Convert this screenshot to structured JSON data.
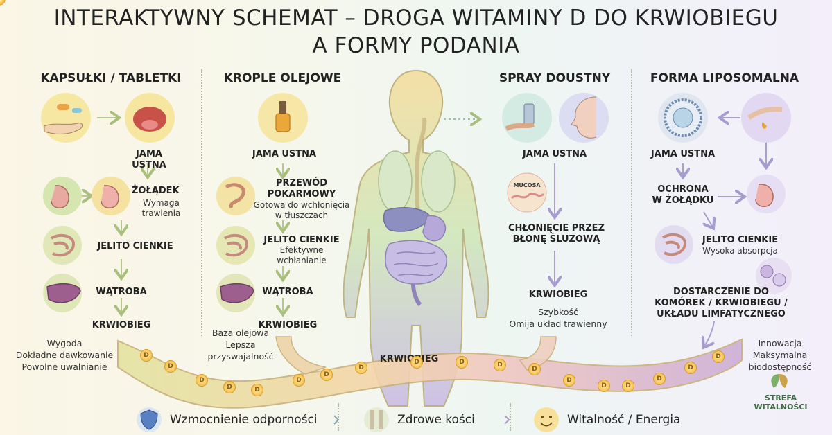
{
  "title_line1": "INTERAKTYWNY SCHEMAT – DROGA WITAMINY D DO KRWIOBIEGU",
  "title_line2": "A FORMY PODANIA",
  "col1": {
    "heading": "KAPSUŁKI / TABLETKI",
    "step_mouth": "JAMA USTNA",
    "step_stomach": "ŻOŁĄDEK",
    "step_stomach_sub": "Wymaga trawienia",
    "step_intestine": "JELITO CIENKIE",
    "step_liver": "WĄTROBA",
    "step_blood": "KRWIOBIEG",
    "notes": [
      "Wygoda",
      "Dokładne dawkowanie",
      "Powolne uwalnianie"
    ]
  },
  "col2": {
    "heading": "KROPLE OLEJOWE",
    "step_mouth": "JAMA USTNA",
    "step_tract_1": "PRZEWÓD",
    "step_tract_2": "POKARMOWY",
    "step_tract_sub_1": "Gotowa do wchłonięcia",
    "step_tract_sub_2": "w tłuszczach",
    "step_intestine": "JELITO CIENKIE",
    "step_intestine_sub_1": "Efektywne",
    "step_intestine_sub_2": "wchłanianie",
    "step_liver": "WĄTROBA",
    "step_blood": "KRWIOBIEG",
    "notes": [
      "Baza olejowa",
      "Lepsza",
      "przyswajalność"
    ]
  },
  "col3": {
    "heading": "SPRAY DOUSTNY",
    "step_mouth": "JAMA USTNA",
    "mucosa_label": "MUCOSA",
    "step_membrane_1": "CHŁONIĘCIE PRZEZ",
    "step_membrane_2": "BŁONĘ ŚLUZOWĄ",
    "step_blood": "KRWIOBIEG",
    "notes": [
      "Szybkość",
      "Omija układ trawienny"
    ]
  },
  "col4": {
    "heading": "FORMA LIPOSOMALNA",
    "step_mouth": "JAMA USTNA",
    "step_protect_1": "OCHRONA",
    "step_protect_2": "W ŻOŁĄDKU",
    "step_intestine": "JELITO CIENKIE",
    "step_intestine_sub": "Wysoka absorpcja",
    "step_delivery_1": "DOSTARCZENIE DO",
    "step_delivery_2": "KOMÓREK / KRWIOBIEGU /",
    "step_delivery_3": "UKŁADU LIMFATYCZNEGO",
    "notes": [
      "Innowacja",
      "Maksymalna",
      "biodostępność"
    ]
  },
  "vessel_label": "KRWIOBIEG",
  "vitamin_glyph": "D",
  "benefits": [
    {
      "label": "Wzmocnienie odporności",
      "icon": "shield-icon"
    },
    {
      "label": "Zdrowe kości",
      "icon": "bone-joint-icon"
    },
    {
      "label": "Witalność / Energia",
      "icon": "smiley-icon"
    }
  ],
  "brand": {
    "line1": "STREFA",
    "line2": "WITALNOŚCI"
  },
  "colors": {
    "vessel_start": "#e9e2a6",
    "vessel_end": "#c9a6cf",
    "arrow": "#9fb87a",
    "accent": "#f0c44a"
  }
}
